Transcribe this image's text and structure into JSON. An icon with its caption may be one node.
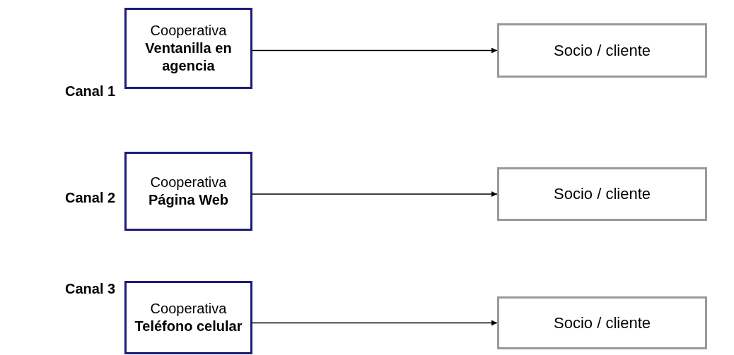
{
  "diagram": {
    "nodes": [
      {
        "text": [
          "Cooperativa",
          "Ventanilla en agencia"
        ]
      },
      {
        "text": [
          "Socio / cliente"
        ]
      },
      {
        "text": [
          "Cooperativa",
          "Página Web"
        ]
      },
      {
        "text": [
          "Socio / cliente"
        ]
      },
      {
        "text": [
          "Cooperativa",
          "Teléfono celular"
        ]
      },
      {
        "text": [
          "Socio / cliente"
        ]
      }
    ],
    "edges": [
      {
        "from": 0,
        "to": 1,
        "arrow": "to"
      },
      {
        "from": 2,
        "to": 3,
        "arrow": "to"
      },
      {
        "from": 4,
        "to": 5,
        "arrow": "to"
      }
    ],
    "labels": [
      "Canal 1",
      "Canal 2",
      "Canal 3"
    ]
  }
}
